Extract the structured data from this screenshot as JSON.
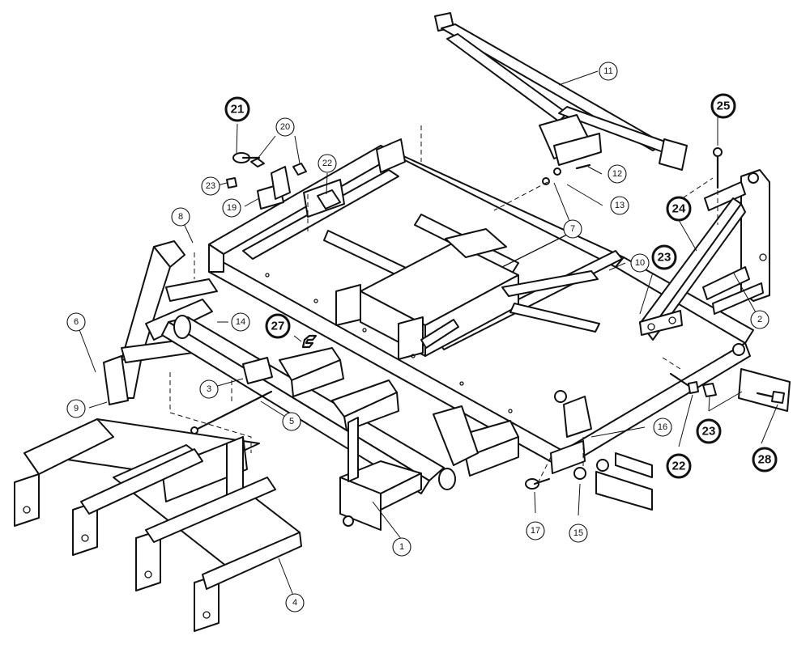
{
  "callouts": [
    {
      "id": "c1",
      "label": "1",
      "bold": false
    },
    {
      "id": "c2",
      "label": "2",
      "bold": false
    },
    {
      "id": "c3",
      "label": "3",
      "bold": false
    },
    {
      "id": "c4",
      "label": "4",
      "bold": false
    },
    {
      "id": "c5",
      "label": "5",
      "bold": false
    },
    {
      "id": "c6",
      "label": "6",
      "bold": false
    },
    {
      "id": "c7",
      "label": "7",
      "bold": false
    },
    {
      "id": "c8",
      "label": "8",
      "bold": false
    },
    {
      "id": "c9",
      "label": "9",
      "bold": false
    },
    {
      "id": "c10",
      "label": "10",
      "bold": false
    },
    {
      "id": "c11",
      "label": "11",
      "bold": false
    },
    {
      "id": "c12",
      "label": "12",
      "bold": false
    },
    {
      "id": "c13",
      "label": "13",
      "bold": false
    },
    {
      "id": "c14",
      "label": "14",
      "bold": false
    },
    {
      "id": "c15",
      "label": "15",
      "bold": false
    },
    {
      "id": "c16",
      "label": "16",
      "bold": false
    },
    {
      "id": "c17",
      "label": "17",
      "bold": false
    },
    {
      "id": "c19",
      "label": "19",
      "bold": false
    },
    {
      "id": "c20",
      "label": "20",
      "bold": false
    },
    {
      "id": "c21",
      "label": "21",
      "bold": true
    },
    {
      "id": "c22a",
      "label": "22",
      "bold": false
    },
    {
      "id": "c22b",
      "label": "22",
      "bold": true
    },
    {
      "id": "c23a",
      "label": "23",
      "bold": false
    },
    {
      "id": "c23b",
      "label": "23",
      "bold": true
    },
    {
      "id": "c23c",
      "label": "23",
      "bold": true
    },
    {
      "id": "c24",
      "label": "24",
      "bold": true
    },
    {
      "id": "c25",
      "label": "25",
      "bold": true
    },
    {
      "id": "c27",
      "label": "27",
      "bold": true
    },
    {
      "id": "c28",
      "label": "28",
      "bold": true
    }
  ]
}
